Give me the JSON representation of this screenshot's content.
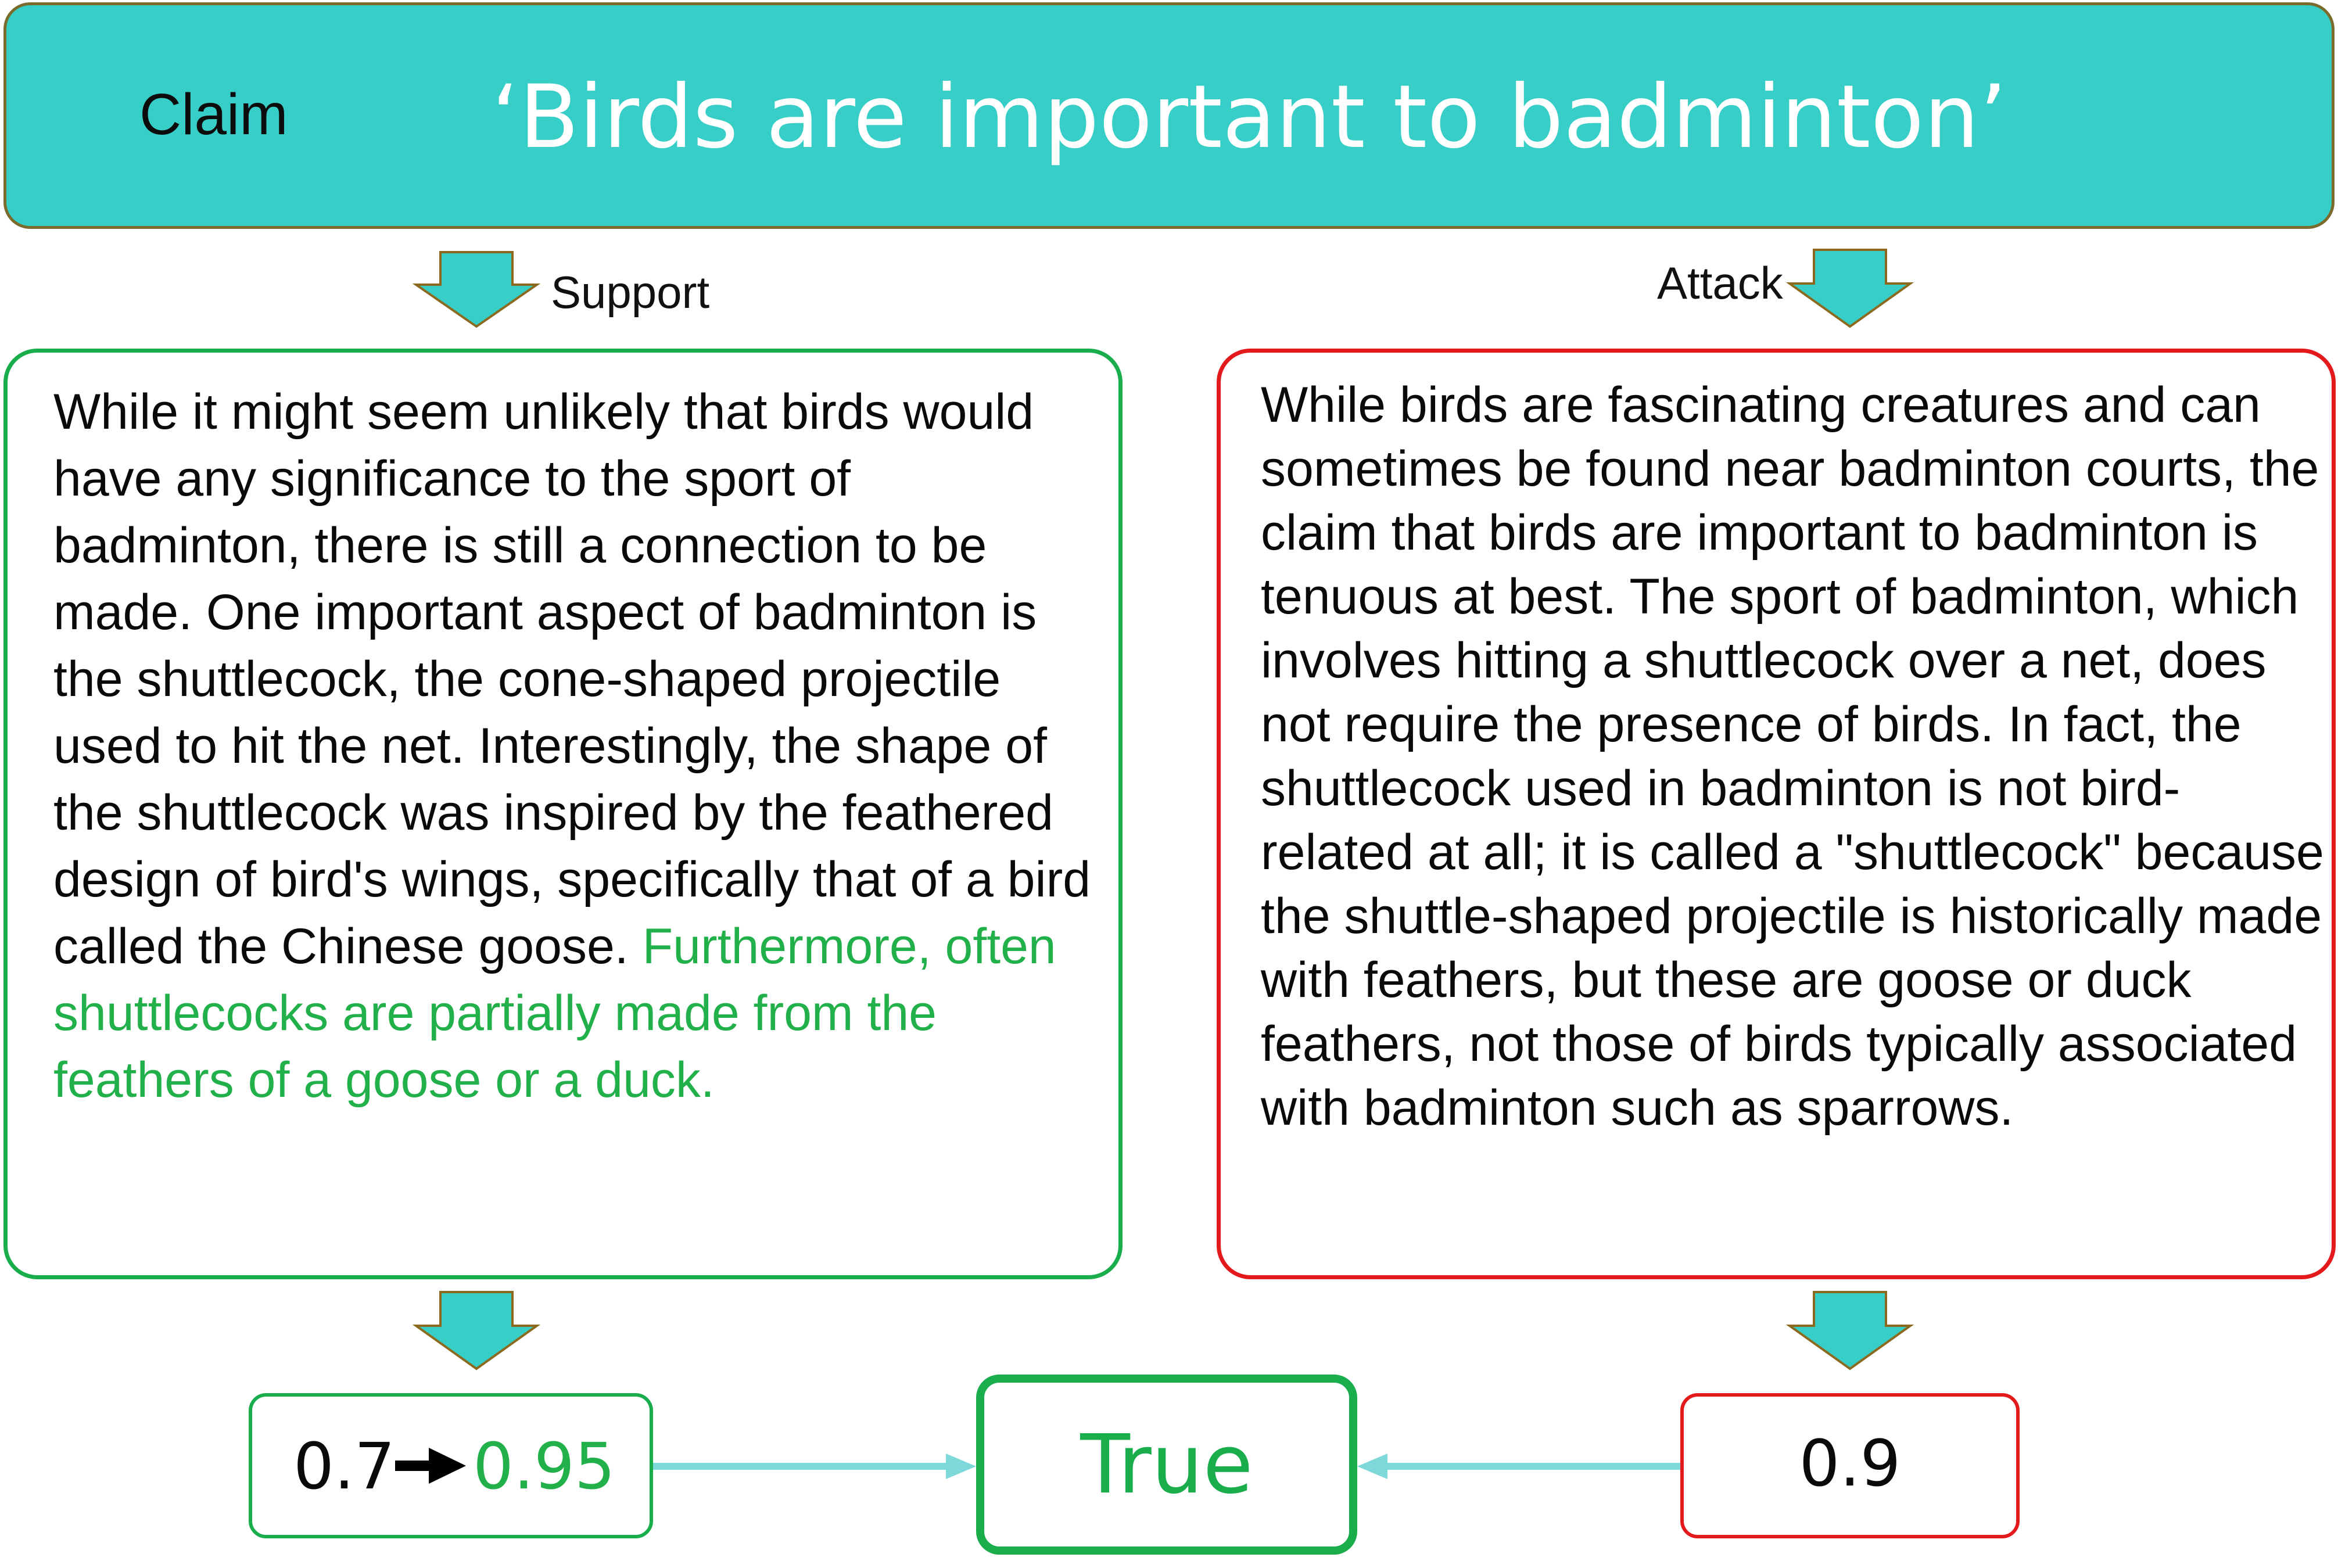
{
  "claim": {
    "label": "Claim",
    "text": "‘Birds are important to badminton’"
  },
  "support": {
    "label": "Support",
    "text_plain": "While it might seem unlikely that birds would have any significance to the sport of badminton, there is still a connection to be made. One important aspect of badminton is the shuttlecock, the cone-shaped projectile used to hit the net. Interestingly, the shape of the shuttlecock was inspired by the feathered design of bird's wings, specifically that of a bird called the Chinese goose. ",
    "text_highlight": "Furthermore, often shuttlecocks are partially made from the feathers of a goose or a duck.",
    "score_before": "0.7",
    "score_after": "0.95"
  },
  "attack": {
    "label": "Attack",
    "text": "While birds are fascinating creatures and can sometimes be found near badminton courts, the claim that birds are important to badminton is tenuous at best. The sport of badminton, which involves hitting a shuttlecock over a net, does not require the presence of birds. In fact, the shuttlecock used in badminton is not bird-related at all; it is called a \"shuttlecock\" because the shuttle-shaped projectile is historically made with feathers, but these are goose or duck feathers, not those of birds typically associated with badminton such as sparrows.",
    "score": "0.9"
  },
  "verdict": {
    "text": "True"
  },
  "colors": {
    "claim_fill": "#36cec7",
    "support": "#1aad4c",
    "attack": "#e3191b",
    "highlight": "#22b04a",
    "connector": "#7dd9d9",
    "arrow_outline": "#8b6a1f"
  }
}
